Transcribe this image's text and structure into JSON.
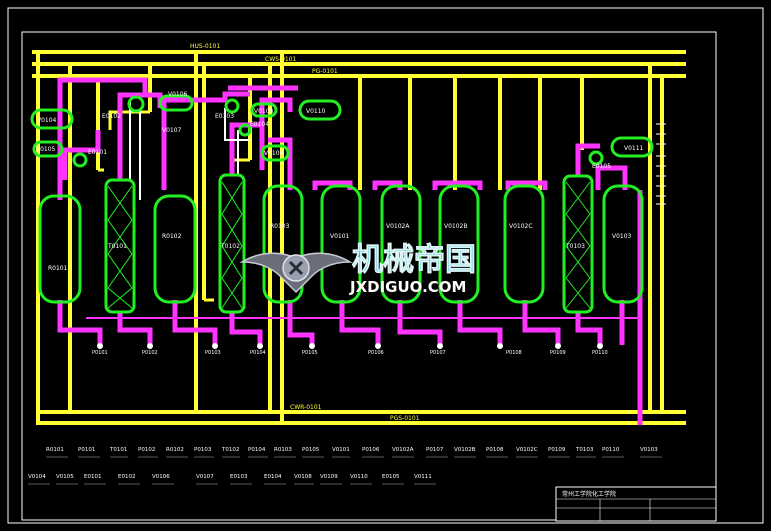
{
  "pipes": {
    "top_header_a": "HUS-0101",
    "top_header_b": "CWS-0101",
    "top_header_c": "PG-0101",
    "bottom_header_a": "CWR-0101",
    "bottom_header_b": "PGS-0101"
  },
  "equipment": [
    {
      "tag": "R0101"
    },
    {
      "tag": "T0101"
    },
    {
      "tag": "R0102"
    },
    {
      "tag": "T0102"
    },
    {
      "tag": "R0103"
    },
    {
      "tag": "V0101"
    },
    {
      "tag": "V0102A"
    },
    {
      "tag": "V0102B"
    },
    {
      "tag": "V0102C"
    },
    {
      "tag": "T0103"
    },
    {
      "tag": "V0103"
    },
    {
      "tag": "V0104"
    },
    {
      "tag": "V0105"
    },
    {
      "tag": "V0106"
    },
    {
      "tag": "V0107"
    },
    {
      "tag": "V0108"
    },
    {
      "tag": "V0109"
    },
    {
      "tag": "V0110"
    },
    {
      "tag": "V0111"
    },
    {
      "tag": "E0101"
    },
    {
      "tag": "E0102"
    },
    {
      "tag": "E0103"
    },
    {
      "tag": "E0104"
    },
    {
      "tag": "E0105"
    }
  ],
  "pumps": [
    "P0101",
    "P0102",
    "P0103",
    "P0104",
    "P0105",
    "P0106",
    "P0107",
    "P0108",
    "P0109",
    "P0110"
  ],
  "legend_row1": [
    "R0101",
    "P0101",
    "T0101",
    "P0102",
    "R0102",
    "P0103",
    "T0102",
    "P0104",
    "R0103",
    "P0105",
    "V0101",
    "P0106",
    "V0102A",
    "P0107",
    "V0102B",
    "P0108",
    "V0102C",
    "P0109",
    "T0103",
    "P0110",
    "V0103"
  ],
  "legend_row2": [
    "V0104",
    "V0105",
    "E0101",
    "E0102",
    "V0106",
    "V0107",
    "E0103",
    "E0104",
    "V0108",
    "V0109",
    "V0110",
    "E0105",
    "V0111"
  ],
  "watermark": {
    "cn": "机械帝国",
    "en": "JXDIGUO.COM"
  },
  "title_block": {
    "school": "常州工学院化工学院"
  },
  "colors": {
    "background": "#000000",
    "utility_pipe": "#ffff33",
    "process_pipe": "#ff33ff",
    "equipment": "#22ee22",
    "frame": "#ffffff",
    "text": "#ffffff"
  }
}
